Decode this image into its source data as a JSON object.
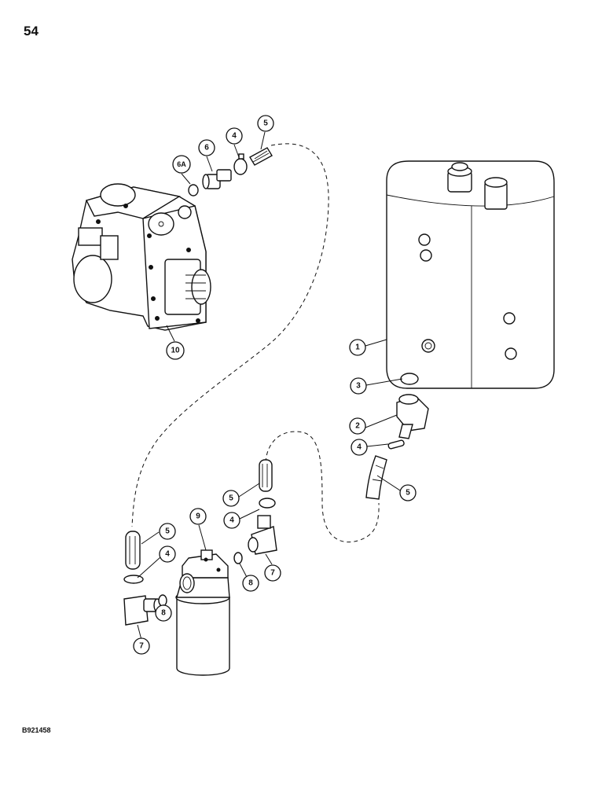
{
  "page": {
    "number": "54",
    "figure_code": "B921458"
  },
  "callouts": {
    "c1": "1",
    "c2": "2",
    "c3": "3",
    "c4_tank": "4",
    "c5_tank": "5",
    "c4_pump": "4",
    "c5_pump": "5",
    "c6": "6",
    "c6a": "6A",
    "c10": "10",
    "c5_mid": "5",
    "c4_mid": "4",
    "c7_mid": "7",
    "c8_mid": "8",
    "c9": "9",
    "c5_left": "5",
    "c4_left": "4",
    "c7_left": "7",
    "c8_left": "8"
  },
  "parts": [
    "hydraulic-reservoir",
    "fitting",
    "o-ring",
    "hose-clamp",
    "hose",
    "connector",
    "o-ring",
    "elbow",
    "o-ring",
    "filter-assembly",
    "hydrostatic-pump"
  ]
}
